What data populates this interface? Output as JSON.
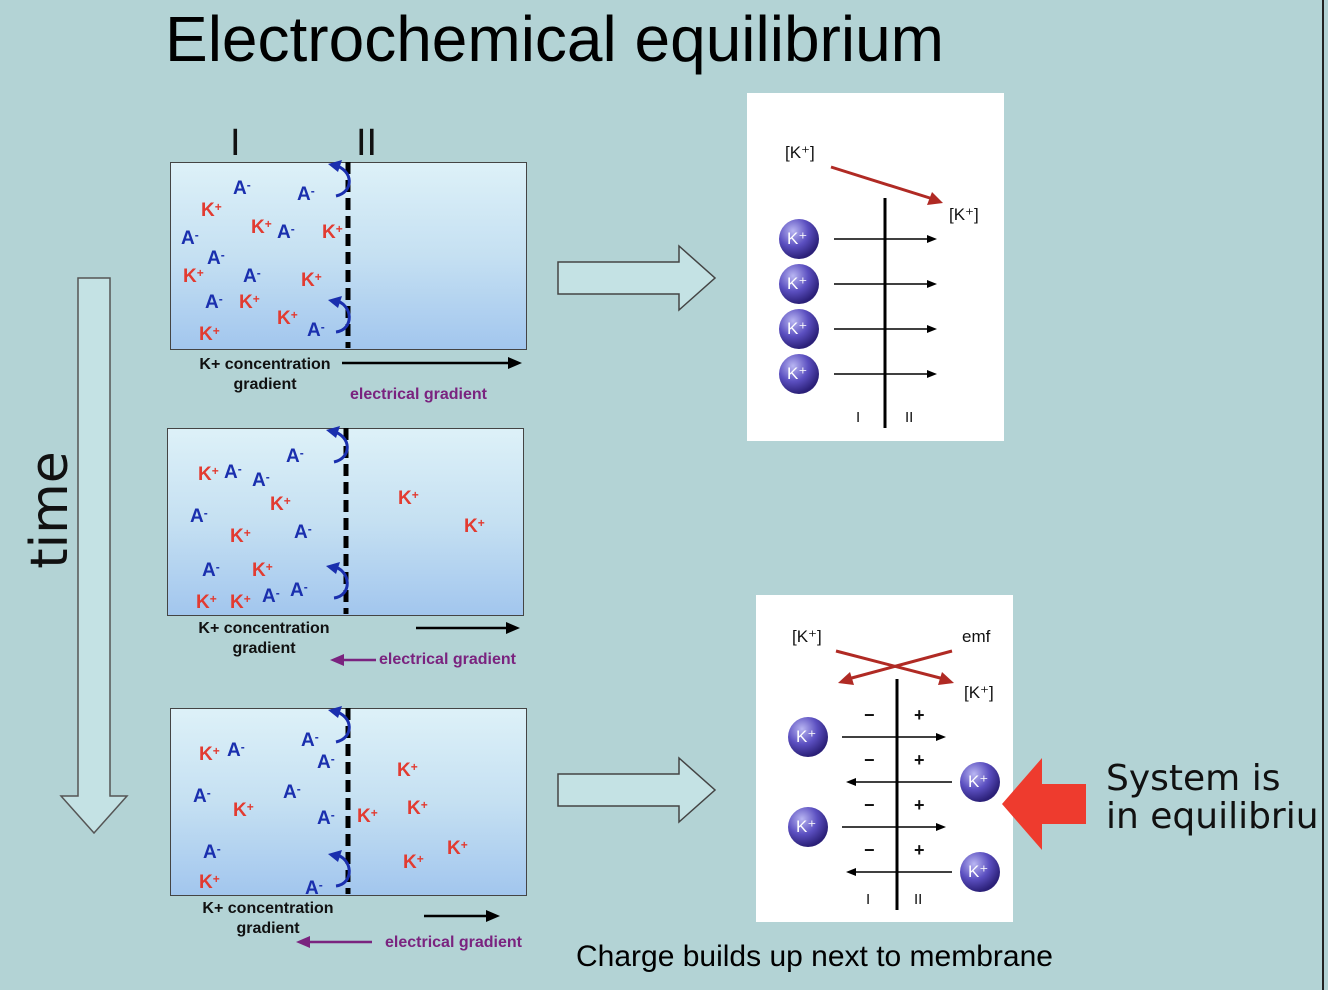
{
  "title": "Electrochemical equilibrium",
  "time_label": "time",
  "side_labels": {
    "left": "I",
    "right": "II"
  },
  "diagrams": [
    {
      "conc_label_line1": "K+ concentration",
      "conc_label_line2": "gradient",
      "elec_label": "electrical gradient"
    },
    {
      "conc_label_line1": "K+ concentration",
      "conc_label_line2": "gradient",
      "elec_label": "electrical gradient"
    },
    {
      "conc_label_line1": "K+ concentration",
      "conc_label_line2": "gradient",
      "elec_label": "electrical gradient"
    }
  ],
  "ions": {
    "k": "K",
    "k_charge": "+",
    "a": "A",
    "a_charge": "-"
  },
  "panel_top": {
    "conc_high": "[K⁺]",
    "conc_low": "[K⁺]",
    "ion_label": "K⁺",
    "side_left": "I",
    "side_right": "II"
  },
  "panel_bottom": {
    "conc_high": "[K⁺]",
    "emf": "emf",
    "conc_low": "[K⁺]",
    "ion_label": "K⁺",
    "minus": "−",
    "plus": "+",
    "side_left": "I",
    "side_right": "II"
  },
  "caption": "Charge builds up next to membrane",
  "equilibrium_line1": "System is",
  "equilibrium_line2": "in equilibriu",
  "colors": {
    "k_ion": "#e23b31",
    "a_ion": "#1a2fae",
    "electrical": "#7a237f",
    "arrow_red": "#b02a24",
    "highlight": "#ee3b2e"
  }
}
